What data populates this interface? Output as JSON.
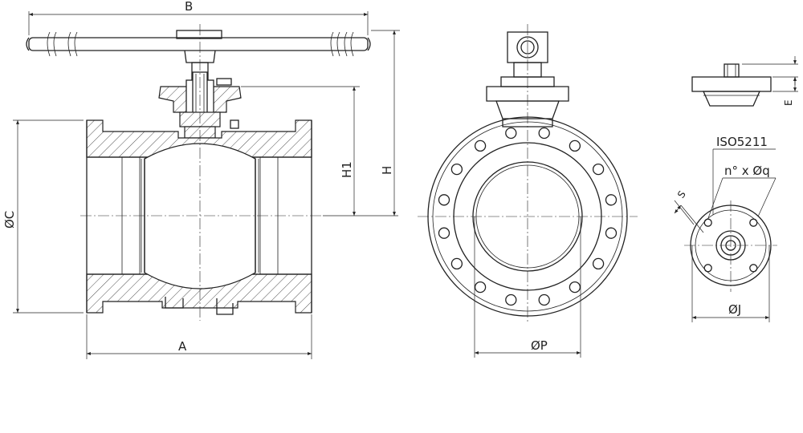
{
  "labels": {
    "B": "B",
    "H": "H",
    "H1": "H1",
    "C": "ØC",
    "A": "A",
    "P": "ØP",
    "E": "E",
    "ISO": "ISO5211",
    "holes": "n° x Øq",
    "S": "S",
    "J": "ØJ"
  },
  "flange_bolt_holes": 16,
  "mounting_pad_holes": 4
}
